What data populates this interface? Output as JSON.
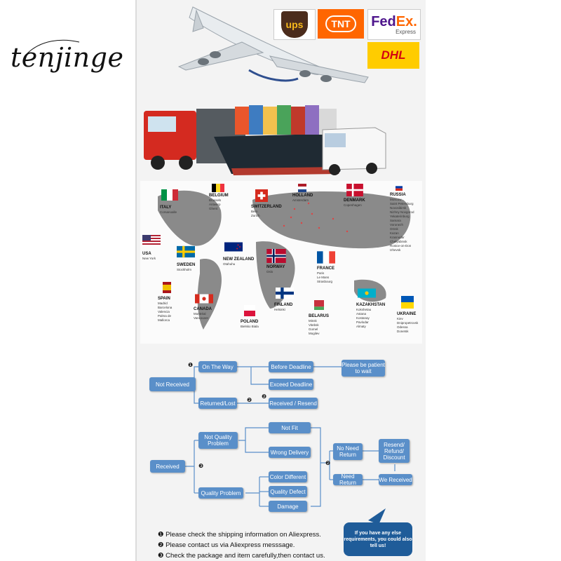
{
  "brand": {
    "name": "tenjinge"
  },
  "carriers": {
    "ups": "ups",
    "tnt": "TNT",
    "fedex_fe": "Fed",
    "fedex_ex": "Ex.",
    "fedex_sub": "Express",
    "dhl": "DHL"
  },
  "countries": [
    {
      "key": "italy",
      "name": "ITALY",
      "cities": "Corsanoalle"
    },
    {
      "key": "belgium",
      "name": "BELGIUM",
      "cities": "Brussels\nAntwerp\nGhent"
    },
    {
      "key": "switzerland",
      "name": "SWITZERLAND",
      "cities": "Bern\nZurich"
    },
    {
      "key": "holland",
      "name": "HOLLAND",
      "cities": "Amsterdam"
    },
    {
      "key": "denmark",
      "name": "DENMARK",
      "cities": "Copenhagen"
    },
    {
      "key": "russia",
      "name": "RUSSIA",
      "cities": "Moscow\nSaint Petersburg\nNovosibirsk\nNizhny Novgorod\nYekaterinburg\nSamara\nVoronezh\nOmsk\nKazan\nKrasnodar\nChelyabinsk\nRostov-on-Don\nIzhevsk"
    },
    {
      "key": "usa",
      "name": "USA",
      "cities": "New York"
    },
    {
      "key": "sweden",
      "name": "SWEDEN",
      "cities": "Stockholm"
    },
    {
      "key": "newzealand",
      "name": "NEW ZEALAND",
      "cities": "Otahuhu"
    },
    {
      "key": "norway",
      "name": "NORWAY",
      "cities": "Oslo"
    },
    {
      "key": "france",
      "name": "FRANCE",
      "cities": "Paris\nLe Mans\nStrasbourg"
    },
    {
      "key": "spain",
      "name": "SPAIN",
      "cities": "Madrid\nBarcelona\nValencia\nPalma de\nMallorca"
    },
    {
      "key": "canada",
      "name": "CANADA",
      "cities": "Montréal\nVancouver"
    },
    {
      "key": "poland",
      "name": "POLAND",
      "cities": "Bielsko Biala"
    },
    {
      "key": "finland",
      "name": "FINLAND",
      "cities": "Helsinki"
    },
    {
      "key": "belarus",
      "name": "BELARUS",
      "cities": "Minsk\nVitebsk\nGomel\nMogilev"
    },
    {
      "key": "kazakhstan",
      "name": "KAZAKHSTAN",
      "cities": "Kokshetau\nAstana\nKostanay\nPavlodar\nAlmaty"
    },
    {
      "key": "ukraine",
      "name": "UKRAINE",
      "cities": "Kiev\nDnipropetrovsk\nOdessa\nDonetsk"
    }
  ],
  "flow1": {
    "not_received": "Not   Received",
    "on_the_way": "On The Way",
    "returned_lost": "Returned/Lost",
    "before_deadline": "Before Deadline",
    "exceed_deadline": "Exceed Deadline",
    "received_resend": "Received / Resend",
    "please_wait": "Please be patient to wait",
    "n1": "❶",
    "n2a": "❷",
    "n2b": "❷"
  },
  "flow2": {
    "received": "Received",
    "not_quality": "Not   Quality Problem",
    "quality_problem": "Quality Problem",
    "not_fit": "Not Fit",
    "wrong_delivery": "Wrong Delivery",
    "color_different": "Color Different",
    "quality_defect": "Quality Defect",
    "damage": "Damage",
    "no_need_return": "No Need Return",
    "need_return": "Need Return",
    "resend_refund": "Resend/ Refund/ Discount",
    "we_received": "We Received",
    "n3": "❸",
    "n2": "❷"
  },
  "notes": [
    "❶ Please check the shipping information on Aliexpress.",
    "❷ Please contact us via Aliexpress messsage.",
    "❸ Check the package and item carefully,then contact us."
  ],
  "bubble": "If you have any else requirements, you could also tell us!"
}
